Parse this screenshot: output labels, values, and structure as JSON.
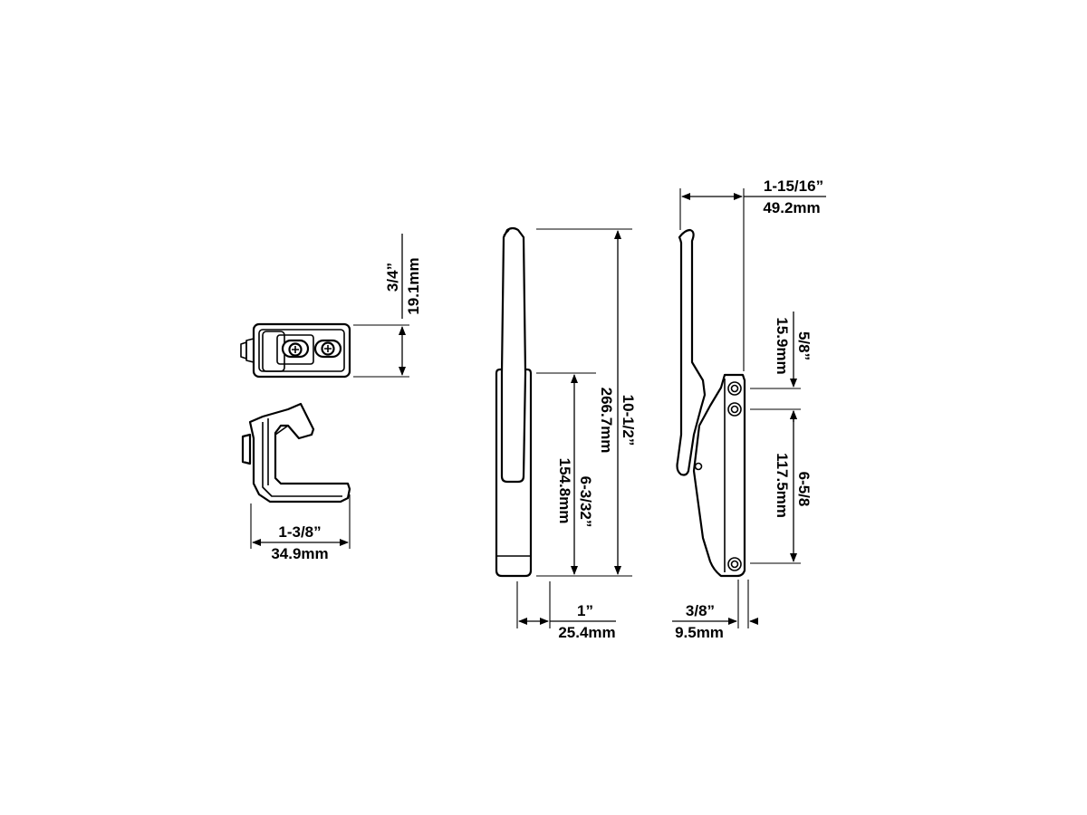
{
  "dimensions": {
    "strike_height": {
      "imperial": "3/4”",
      "metric": "19.1mm"
    },
    "strike_width": {
      "imperial": "1-3/8”",
      "metric": "34.9mm"
    },
    "handle_length": {
      "imperial": "10-1/2”",
      "metric": "266.7mm"
    },
    "handle_lower": {
      "imperial": "6-3/32”",
      "metric": "154.8mm"
    },
    "handle_width": {
      "imperial": "1”",
      "metric": "25.4mm"
    },
    "side_depth": {
      "imperial": "1-15/16”",
      "metric": "49.2mm"
    },
    "hole_spacing_top": {
      "imperial": "5/8”",
      "metric": "15.9mm"
    },
    "hole_spacing_main": {
      "imperial": "6-5/8",
      "metric": "117.5mm"
    },
    "base_thickness": {
      "imperial": "3/8”",
      "metric": "9.5mm"
    }
  }
}
